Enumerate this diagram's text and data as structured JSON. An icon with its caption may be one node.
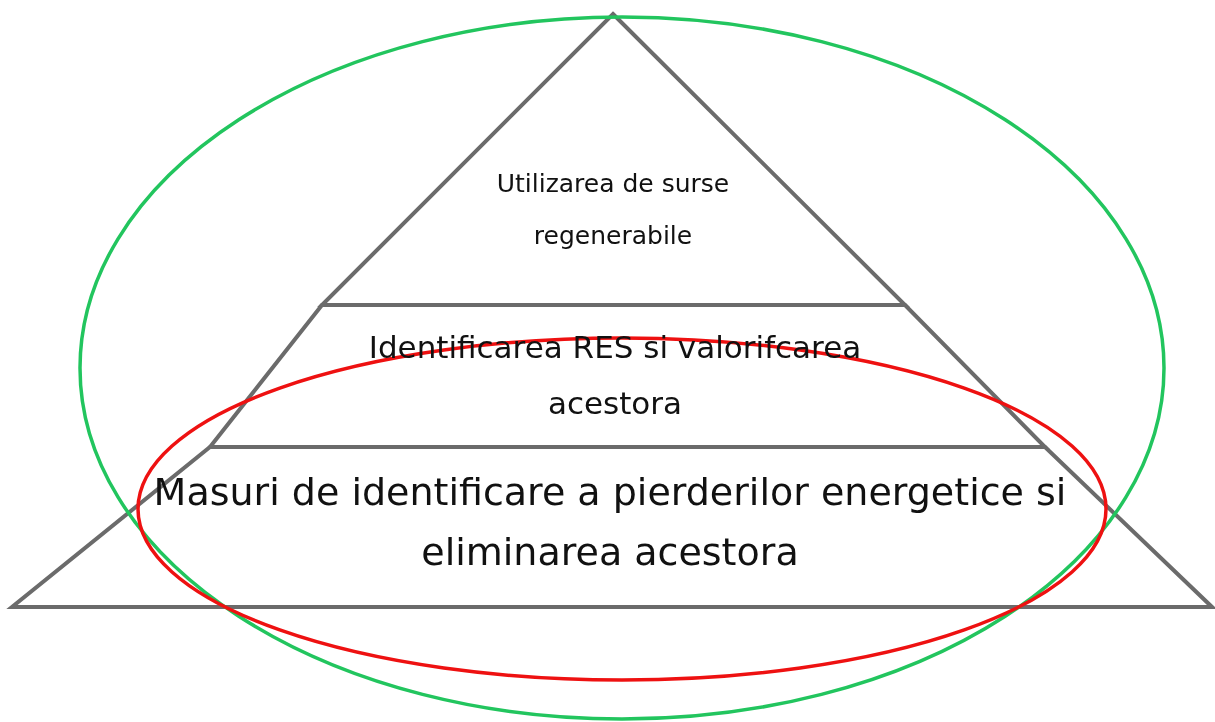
{
  "diagram": {
    "nodes": [
      {
        "text": [
          "Utilizarea de surse regenerabile"
        ]
      },
      {
        "text": [
          "Identificarea RES si valorifcarea acestora"
        ]
      },
      {
        "text": [
          "Masuri de identificare a pierderilor energetice si eliminarea acestora"
        ]
      }
    ]
  }
}
